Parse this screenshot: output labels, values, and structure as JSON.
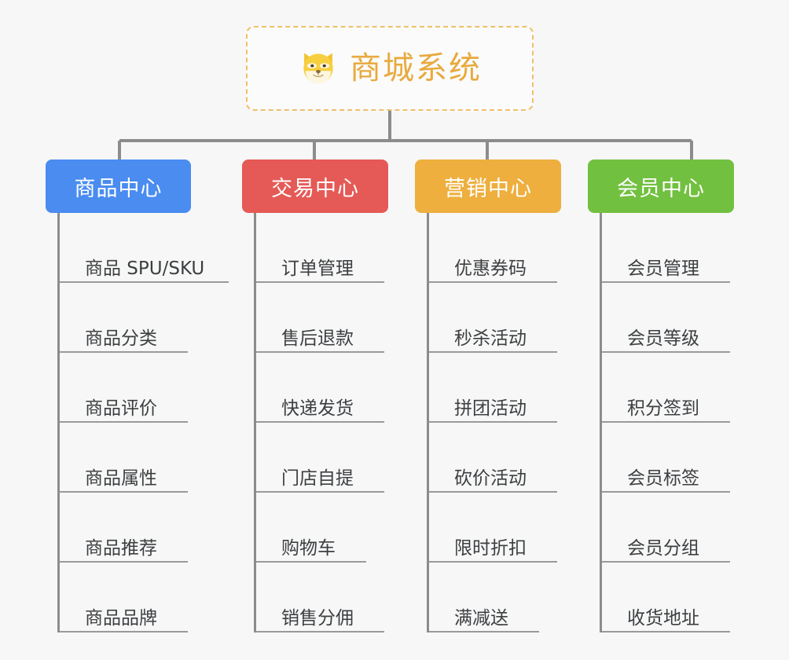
{
  "root": {
    "title": "商城系统",
    "icon": "shiba-dog-face-icon",
    "title_color": "#e8aa3e",
    "border_color": "#f0c068"
  },
  "canvas": {
    "background": "#f7f7f7",
    "connector_color": "#8c8c8c",
    "rule_color": "#9a9a9a"
  },
  "columns": [
    {
      "id": "product-center",
      "label": "商品中心",
      "color": "#4a8cf0",
      "items": [
        "商品 SPU/SKU",
        "商品分类",
        "商品评价",
        "商品属性",
        "商品推荐",
        "商品品牌"
      ]
    },
    {
      "id": "trade-center",
      "label": "交易中心",
      "color": "#e55a56",
      "items": [
        "订单管理",
        "售后退款",
        "快递发货",
        "门店自提",
        "购物车",
        "销售分佣"
      ]
    },
    {
      "id": "marketing-center",
      "label": "营销中心",
      "color": "#eeaf3f",
      "items": [
        "优惠券码",
        "秒杀活动",
        "拼团活动",
        "砍价活动",
        "限时折扣",
        "满减送"
      ]
    },
    {
      "id": "member-center",
      "label": "会员中心",
      "color": "#72c040",
      "items": [
        "会员管理",
        "会员等级",
        "积分签到",
        "会员标签",
        "会员分组",
        "收货地址"
      ]
    }
  ]
}
